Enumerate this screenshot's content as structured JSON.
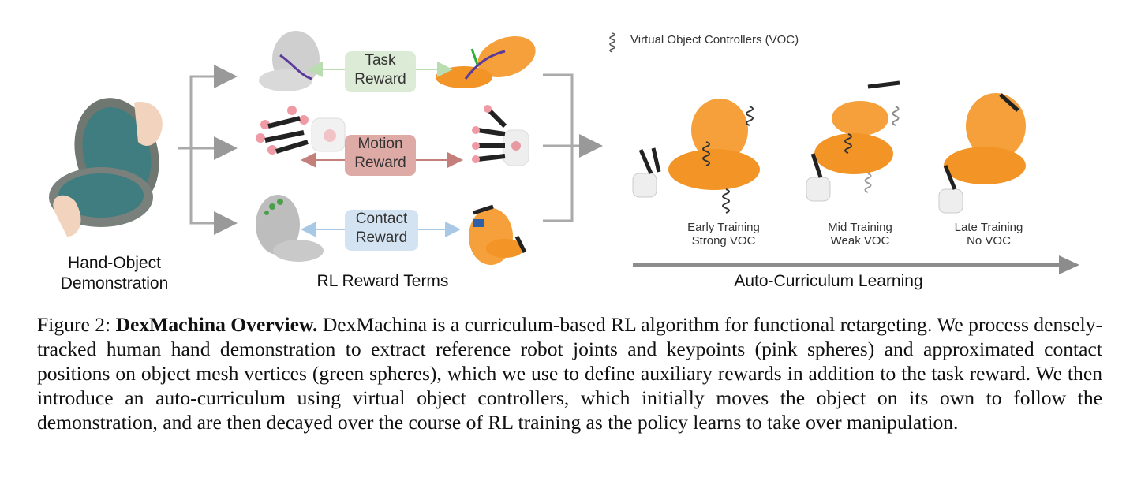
{
  "figure": {
    "demo_label_line1": "Hand-Object",
    "demo_label_line2": "Demonstration",
    "rewards_label": "RL Reward Terms",
    "task_reward": [
      "Task",
      "Reward"
    ],
    "motion_reward": [
      "Motion",
      "Reward"
    ],
    "contact_reward": [
      "Contact",
      "Reward"
    ],
    "voc_legend": "Virtual Object Controllers (VOC)",
    "stages": [
      {
        "line1": "Early Training",
        "line2": "Strong VOC"
      },
      {
        "line1": "Mid Training",
        "line2": "Weak VOC"
      },
      {
        "line1": "Late Training",
        "line2": "No VOC"
      }
    ],
    "curriculum_label": "Auto-Curriculum Learning",
    "colors": {
      "task": "#dcebd6",
      "motion": "#ddaaa6",
      "contact": "#d4e3f1",
      "orange": "#f5a03a",
      "arrow_gray": "#8c8c8c"
    }
  },
  "caption": {
    "prefix": "Figure 2: ",
    "title": "DexMachina Overview.",
    "body": " DexMachina is a curriculum-based RL algorithm for functional retargeting. We process densely-tracked human hand demonstration to extract reference robot joints and keypoints (pink spheres) and approximated contact positions on object mesh vertices (green spheres), which we use to define auxiliary rewards in addition to the task reward.  We then introduce an auto-curriculum using virtual object controllers, which initially moves the object on its own to follow the demonstration, and are then decayed over the course of RL training as the policy learns to take over manipulation."
  }
}
